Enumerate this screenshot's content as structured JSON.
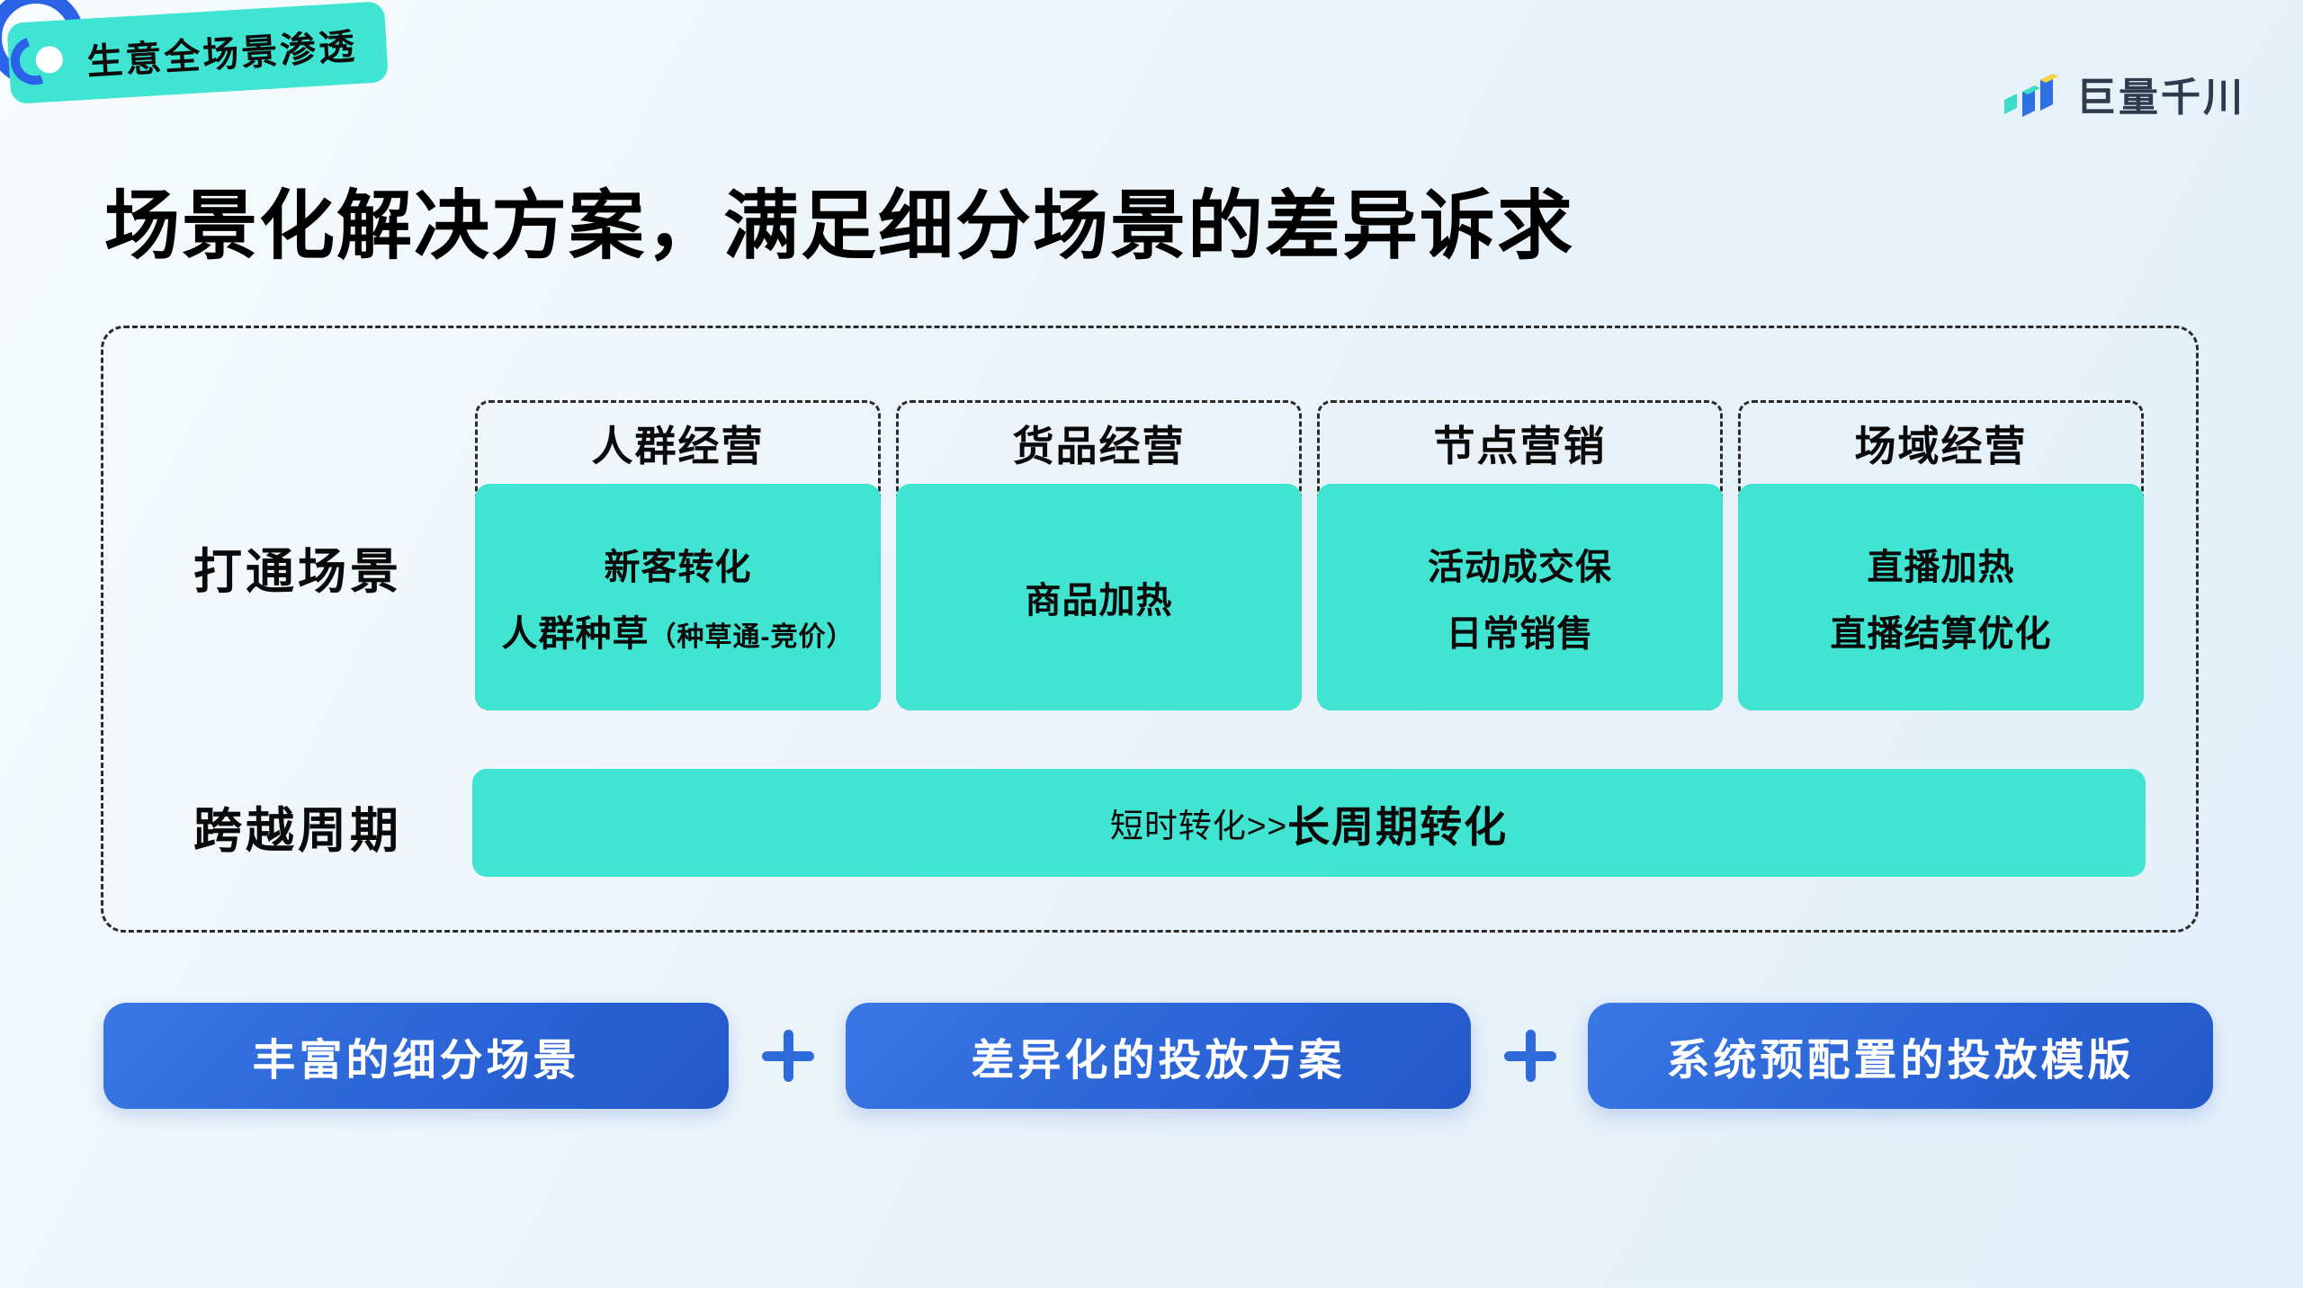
{
  "badge": {
    "label": "生意全场景渗透"
  },
  "logo": {
    "text": "巨量千川",
    "icon": "bar-chart-3d-icon"
  },
  "title": "场景化解决方案，满足细分场景的差异诉求",
  "matrix": {
    "row_labels": [
      "打通场景",
      "跨越周期"
    ],
    "columns": [
      {
        "header": "人群经营",
        "line1": "新客转化",
        "line2": "人群种草",
        "line2_note": "（种草通-竞价）"
      },
      {
        "header": "货品经营",
        "line1": "商品加热"
      },
      {
        "header": "节点营销",
        "line1": "活动成交保",
        "line2": "日常销售"
      },
      {
        "header": "场域经营",
        "line1": "直播加热",
        "line2": "直播结算优化"
      }
    ],
    "cycle_bar": {
      "prefix": "短时转化>>",
      "emphasis": "长周期转化"
    }
  },
  "footer": {
    "separator": "+",
    "items": [
      "丰富的细分场景",
      "差异化的投放方案",
      "系统预配置的投放模版"
    ]
  },
  "colors": {
    "teal": "#41e4d1",
    "blue": "#2a64d6",
    "ring_blue": "#2b63e8",
    "text_dark": "#0a0a0a",
    "logo_text": "#2e3a4d",
    "logo_yellow": "#f5d442"
  }
}
